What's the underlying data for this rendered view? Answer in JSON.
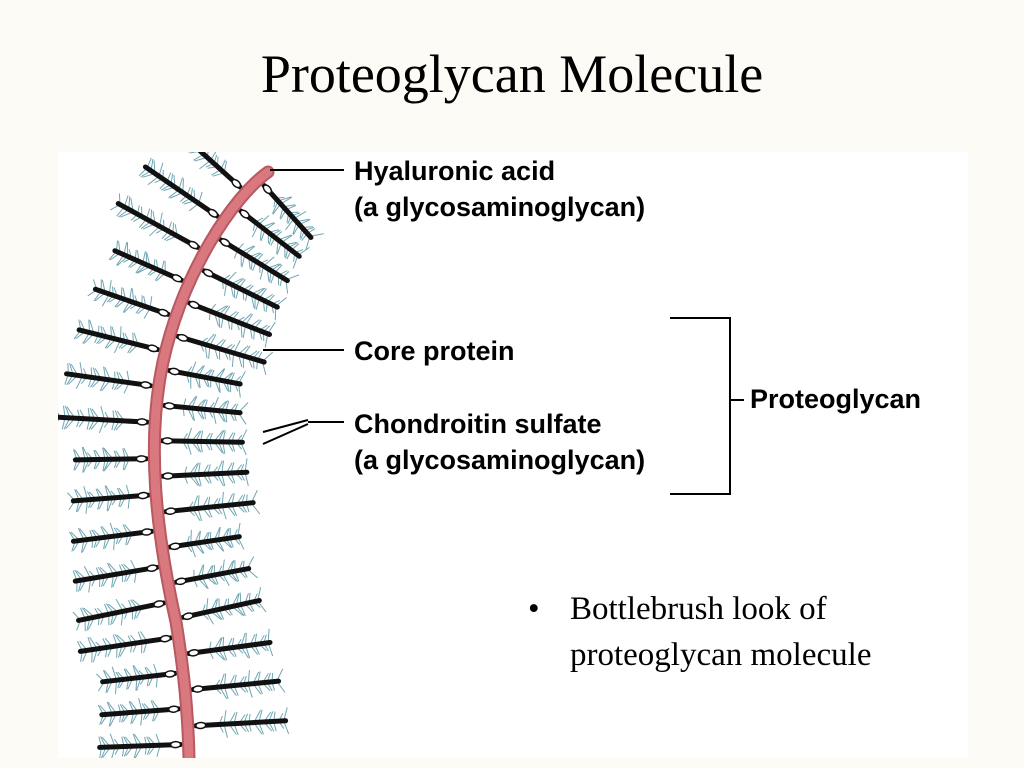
{
  "title": "Proteoglycan Molecule",
  "labels": {
    "hyaluronic_acid_line1": "Hyaluronic acid",
    "hyaluronic_acid_line2": "(a glycosaminoglycan)",
    "core_protein": "Core protein",
    "chondroitin_line1": "Chondroitin sulfate",
    "chondroitin_line2": "(a glycosaminoglycan)",
    "proteoglycan": "Proteoglycan"
  },
  "bullet": {
    "marker": "•",
    "text": "Bottlebrush look of proteoglycan molecule"
  },
  "colors": {
    "background": "#fdfbf6",
    "hyaluronic_acid": "#d9787e",
    "hyaluronic_acid_outline": "#b85860",
    "core_protein": "#111111",
    "chondroitin_bristles": "#6fa6b4"
  }
}
